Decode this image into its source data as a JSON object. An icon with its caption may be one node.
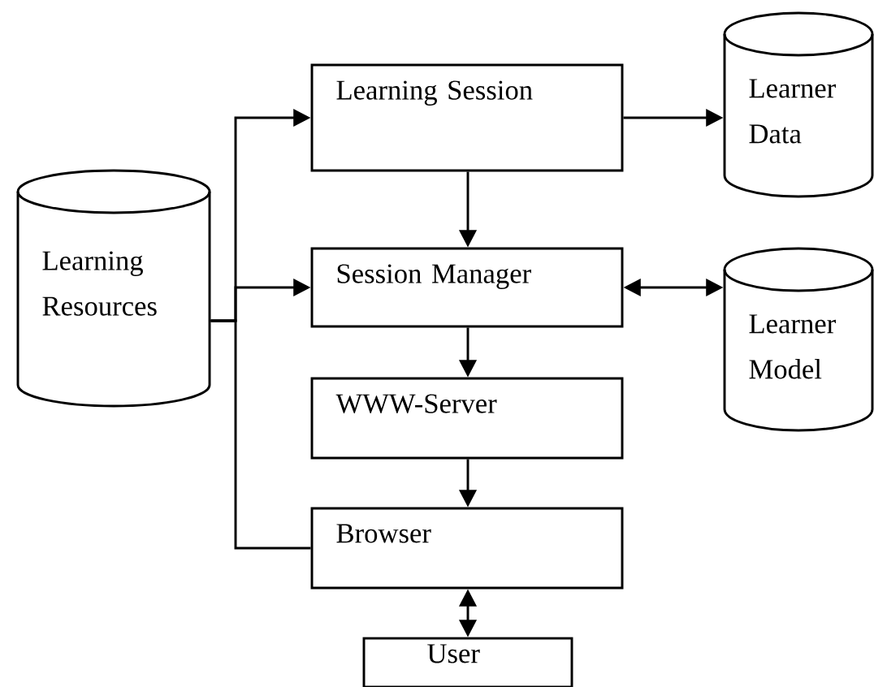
{
  "diagram": {
    "nodes": [
      {
        "text": [
          "Learning Resources"
        ]
      },
      {
        "text": [
          "Learning Session"
        ]
      },
      {
        "text": [
          "Learner Data"
        ]
      },
      {
        "text": [
          "Session Manager"
        ]
      },
      {
        "text": [
          "Learner Model"
        ]
      },
      {
        "text": [
          "WWW-Server"
        ]
      },
      {
        "text": [
          "Browser"
        ]
      },
      {
        "text": [
          "User"
        ]
      }
    ],
    "edges": [
      {
        "from": 0,
        "to": 1,
        "arrow": "to"
      },
      {
        "from": 0,
        "to": 3,
        "arrow": "to"
      },
      {
        "from": 0,
        "to": 6,
        "arrow": "none"
      },
      {
        "from": 1,
        "to": 2,
        "arrow": "to"
      },
      {
        "from": 1,
        "to": 3,
        "arrow": "to"
      },
      {
        "from": 3,
        "to": 4,
        "arrow": "both"
      },
      {
        "from": 3,
        "to": 5,
        "arrow": "to"
      },
      {
        "from": 5,
        "to": 6,
        "arrow": "to"
      },
      {
        "from": 6,
        "to": 7,
        "arrow": "both"
      }
    ]
  }
}
